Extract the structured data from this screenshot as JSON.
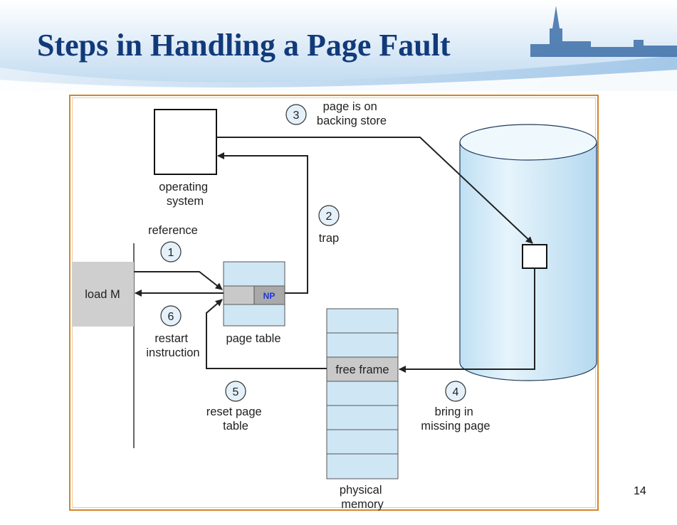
{
  "slide": {
    "title": "Steps in Handling a Page Fault",
    "page_number": "14"
  },
  "diagram": {
    "operating_system_label": [
      "operating",
      "system"
    ],
    "load_instruction": "load M",
    "reference_label": "reference",
    "page_table_label": "page table",
    "page_table_entry_flag": "NP",
    "physical_memory_label": [
      "physical",
      "memory"
    ],
    "free_frame_label": "free frame",
    "steps": [
      {
        "number": "1",
        "lines": [
          "reference"
        ]
      },
      {
        "number": "2",
        "lines": [
          "trap"
        ]
      },
      {
        "number": "3",
        "lines": [
          "page is on",
          "backing store"
        ]
      },
      {
        "number": "4",
        "lines": [
          "bring in",
          "missing page"
        ]
      },
      {
        "number": "5",
        "lines": [
          "reset page",
          "table"
        ]
      },
      {
        "number": "6",
        "lines": [
          "restart",
          "instruction"
        ]
      }
    ],
    "colors": {
      "title": "#123a7a",
      "memory_fill": "#cfe6f5",
      "highlight_fill": "#c9c9c9",
      "np_text": "#1f35d6",
      "frame_border": "#d4852a"
    }
  }
}
